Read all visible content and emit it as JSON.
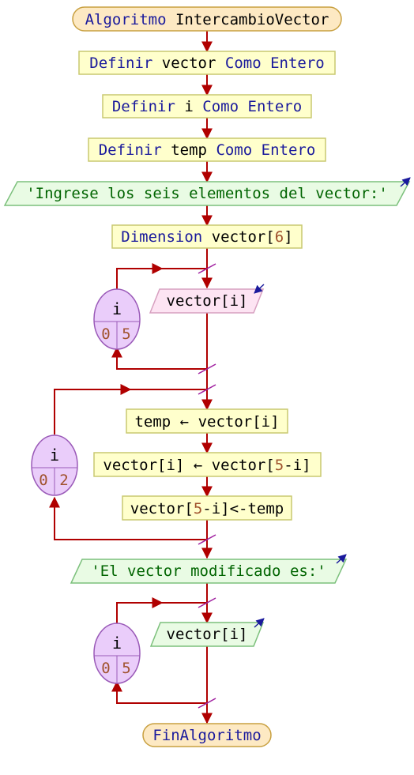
{
  "start": {
    "keyword": "Algoritmo",
    "name": "IntercambioVector"
  },
  "definitions": [
    {
      "kw1": "Definir",
      "var": "vector",
      "kw2": "Como",
      "type": "Entero"
    },
    {
      "kw1": "Definir",
      "var": "i",
      "kw2": "Como",
      "type": "Entero"
    },
    {
      "kw1": "Definir",
      "var": "temp",
      "kw2": "Como",
      "type": "Entero"
    }
  ],
  "prompt_output": "'Ingrese los seis elementos del vector:'",
  "dimension": {
    "kw": "Dimension",
    "var": "vector[",
    "size": "6",
    "close": "]"
  },
  "loop1": {
    "var": "i",
    "from": "0",
    "to": "5",
    "read": "vector[i]"
  },
  "loop2": {
    "var": "i",
    "from": "0",
    "to": "2",
    "assign1": {
      "left": "temp",
      "arrow": "←",
      "right": "vector[i]"
    },
    "assign2": {
      "left": "vector[i]",
      "arrow": "←",
      "right_a": "vector[",
      "num": "5",
      "right_b": "-i]"
    },
    "assign3": {
      "left_a": "vector[",
      "num": "5",
      "left_b": "-i]<-temp"
    }
  },
  "result_output": "'El vector modificado es:'",
  "loop3": {
    "var": "i",
    "from": "0",
    "to": "5",
    "write": "vector[i]"
  },
  "end": {
    "keyword": "FinAlgoritmo"
  },
  "colors": {
    "flow": "#b00000",
    "keyword": "#1a1a9c",
    "text": "#000000",
    "number": "#a0522d",
    "string": "#006400",
    "terminal_fill": "#fde9c3",
    "process_fill": "#ffffcc",
    "io_out_fill": "#e9fbe4",
    "io_in_fill": "#fde4f3",
    "loop_fill": "#eacdfa",
    "io_arrow": "#1a1a9c"
  }
}
